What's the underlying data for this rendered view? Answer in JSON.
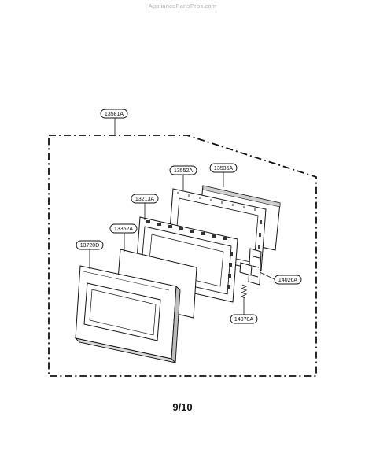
{
  "watermark": "AppliancePartsPros.com",
  "page_number": "9/10",
  "callouts": [
    {
      "id": "assembly",
      "label": "13581A"
    },
    {
      "id": "frame",
      "label": "13552A"
    },
    {
      "id": "back-plate",
      "label": "13536A"
    },
    {
      "id": "door-frame",
      "label": "13213A"
    },
    {
      "id": "screen",
      "label": "13352A"
    },
    {
      "id": "door-front",
      "label": "13720D"
    },
    {
      "id": "latch",
      "label": "14026A"
    },
    {
      "id": "spring",
      "label": "14970A"
    }
  ]
}
